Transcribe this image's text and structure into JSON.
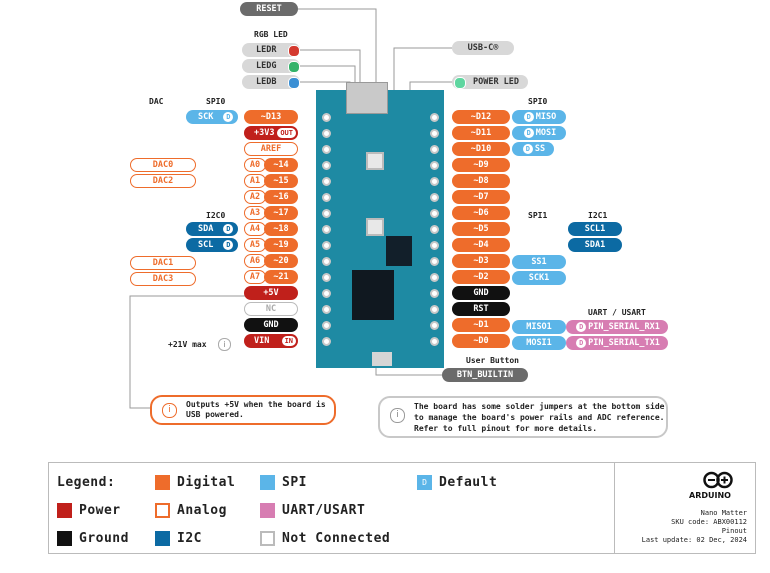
{
  "top": {
    "reset": "RESET",
    "rgb_led": "RGB LED",
    "ledr": "LEDR",
    "ledg": "LEDG",
    "ledb": "LEDB",
    "usbc": "USB-C®",
    "power_led": "POWER LED"
  },
  "headers": {
    "dac": "DAC",
    "spi0_left": "SPI0",
    "spi0_right": "SPI0",
    "i2c0": "I2C0",
    "spi1": "SPI1",
    "i2c1": "I2C1",
    "uart": "UART / USART",
    "user_button": "User Button"
  },
  "left_pins": [
    {
      "label": "~D13",
      "style": "orange"
    },
    {
      "label": "+3V3",
      "style": "red",
      "badge": "OUT"
    },
    {
      "label": "AREF",
      "style": "orange-o"
    },
    {
      "label": "A0",
      "num": "~14"
    },
    {
      "label": "A1",
      "num": "~15"
    },
    {
      "label": "A2",
      "num": "~16"
    },
    {
      "label": "A3",
      "num": "~17"
    },
    {
      "label": "A4",
      "num": "~18"
    },
    {
      "label": "A5",
      "num": "~19"
    },
    {
      "label": "A6",
      "num": "~20"
    },
    {
      "label": "A7",
      "num": "~21"
    },
    {
      "label": "+5V",
      "style": "red"
    },
    {
      "label": "NC",
      "style": "nc"
    },
    {
      "label": "GND",
      "style": "black"
    },
    {
      "label": "VIN",
      "style": "red",
      "badge": "IN"
    }
  ],
  "left_func": {
    "sck": "SCK",
    "d": "D",
    "dac0": "DAC0",
    "dac2": "DAC2",
    "dac1": "DAC1",
    "dac3": "DAC3",
    "sda": "SDA",
    "scl": "SCL",
    "vin_max": "+21V max"
  },
  "right_pins": [
    "~D12",
    "~D11",
    "~D10",
    "~D9",
    "~D8",
    "~D7",
    "~D6",
    "~D5",
    "~D4",
    "~D3",
    "~D2",
    "GND",
    "RST",
    "~D1",
    "~D0"
  ],
  "right_func": {
    "miso": "MISO",
    "mosi": "MOSI",
    "ss": "SS",
    "scl1": "SCL1",
    "sda1": "SDA1",
    "ss1": "SS1",
    "sck1": "SCK1",
    "miso1": "MISO1",
    "mosi1": "MOSI1",
    "pin_serial_rx1": "PIN_SERIAL_RX1",
    "pin_serial_tx1": "PIN_SERIAL_TX1",
    "btn_builtin": "BTN_BUILTIN"
  },
  "notes": {
    "n5v": "Outputs +5V when the board is USB powered.",
    "jumpers": "The board has some solder jumpers at the bottom side to manage the board's power rails and ADC reference. Refer to full pinout for more details.",
    "info": "i"
  },
  "legend": {
    "title": "Legend:",
    "power": "Power",
    "ground": "Ground",
    "digital": "Digital",
    "analog": "Analog",
    "i2c": "I2C",
    "spi": "SPI",
    "uart": "UART/USART",
    "nc": "Not Connected",
    "default_badge": "D",
    "default": "Default"
  },
  "brand": {
    "name": "ARDUINO",
    "product": "Nano Matter",
    "sku": "SKU code: ABX00112",
    "doc": "Pinout",
    "updated": "Last update: 02 Dec, 2024"
  },
  "colors": {
    "digital": "#ee6c2b",
    "power": "#c0201b",
    "ground": "#111111",
    "spi": "#5bb5e8",
    "i2c": "#0c6aa3",
    "uart": "#d77db2",
    "board": "#1e8aa3"
  }
}
